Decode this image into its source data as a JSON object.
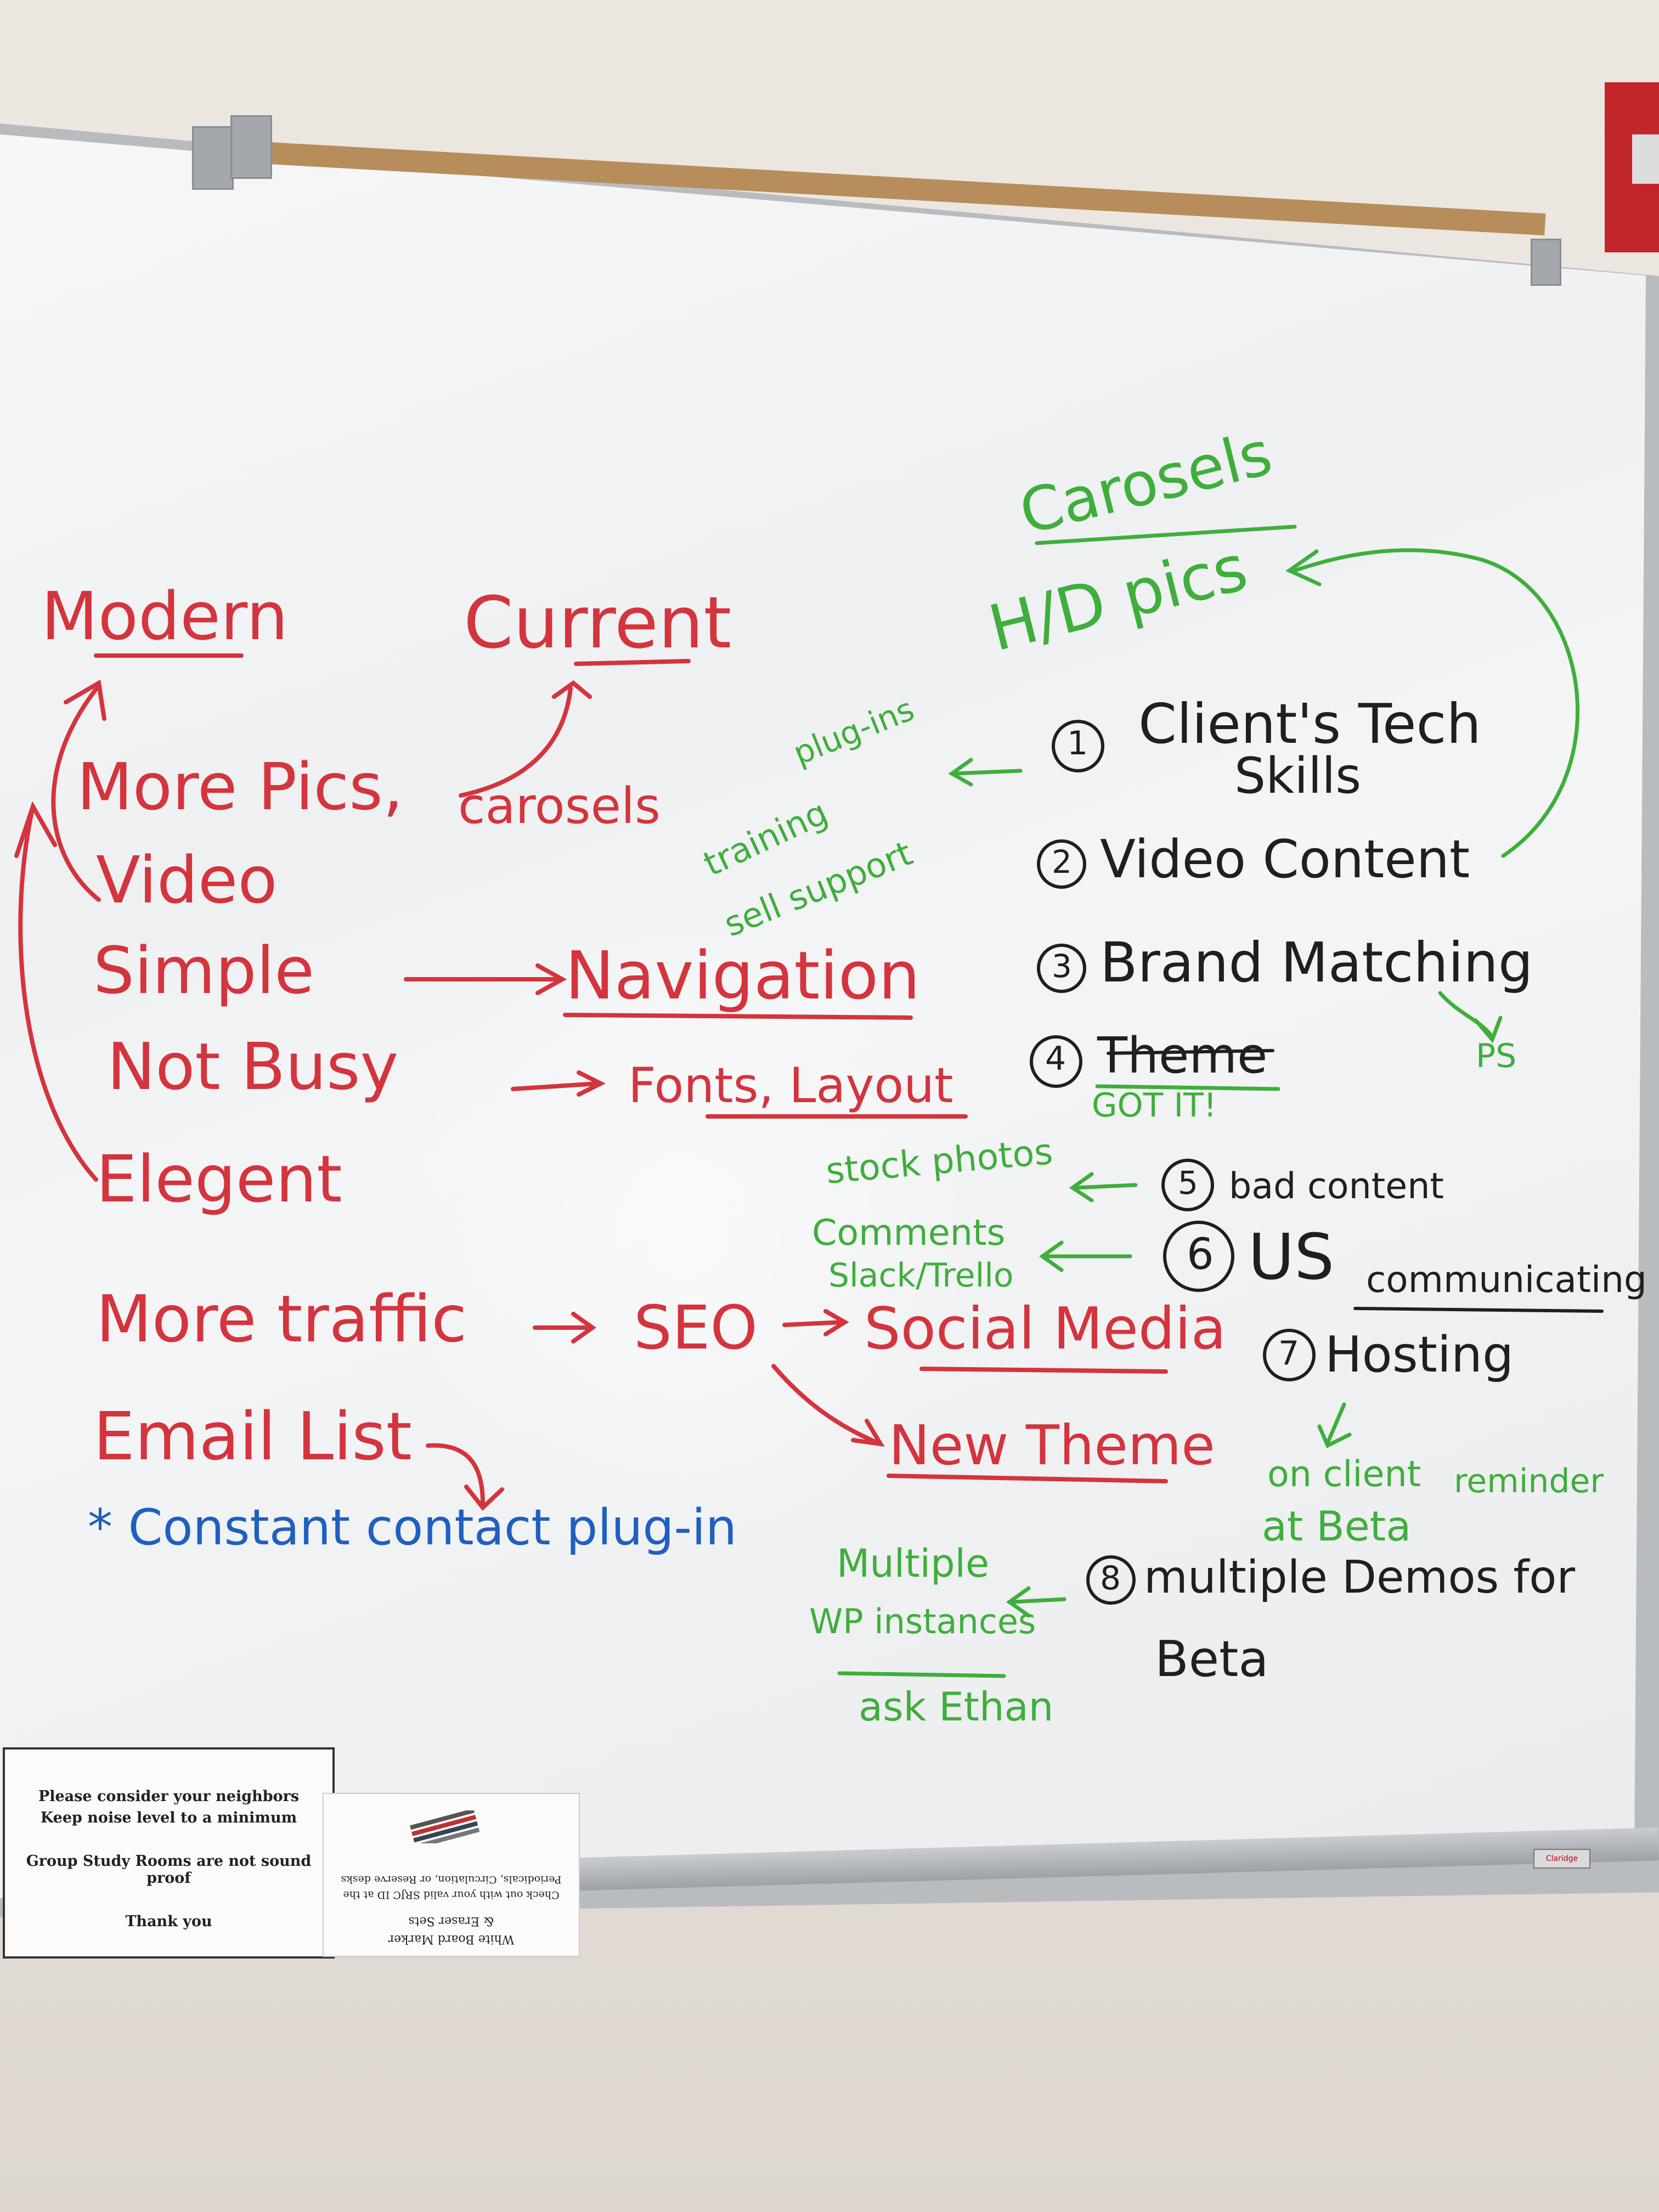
{
  "whiteboard": {
    "red_notes": {
      "modern": "Modern",
      "current": "Current",
      "more_pics": "More Pics,",
      "carosels": "carosels",
      "video": "Video",
      "simple": "Simple",
      "navigation": "Navigation",
      "not_busy": "Not Busy",
      "fonts_layout": "Fonts, Layout",
      "elegent": "Elegent",
      "more_traffic": "More traffic",
      "seo": "SEO",
      "social_media": "Social Media",
      "new_theme": "New Theme",
      "email_list": "Email List"
    },
    "blue_notes": {
      "constant_contact": "* Constant contact plug-in"
    },
    "black_items": [
      {
        "num": "1",
        "text": "Client's Tech",
        "text2": "Skills"
      },
      {
        "num": "2",
        "text": "Video Content"
      },
      {
        "num": "3",
        "text": "Brand Matching"
      },
      {
        "num": "4",
        "text": "Theme"
      },
      {
        "num": "5",
        "text": "bad content"
      },
      {
        "num": "6",
        "text": "US",
        "text2": "communicating"
      },
      {
        "num": "7",
        "text": "Hosting"
      },
      {
        "num": "8",
        "text": "multiple Demos for",
        "text2": "Beta"
      }
    ],
    "green_notes": {
      "carosels": "Carosels",
      "hd_pics": "H/D pics",
      "plug_ins": "plug-ins",
      "training": "training",
      "sell_support": "sell support",
      "ps": "PS",
      "got_it": "GOT IT!",
      "stock_photos": "stock photos",
      "comments": "Comments",
      "slack_trello": "Slack/Trello",
      "on_client": "on client",
      "reminder": "reminder",
      "at_beta": "at Beta",
      "multiple": "Multiple",
      "wp_instances": "WP instances",
      "ask_ethan": "ask Ethan"
    }
  },
  "signs": {
    "noise_sign": {
      "line1": "Please consider your neighbors",
      "line2": "Keep noise level to a minimum",
      "line3": "Group Study Rooms are not sound proof",
      "line4": "Thank you"
    },
    "marker_sign": {
      "line1": "White Board Marker",
      "line2": "& Eraser Sets",
      "line3": "Check out with your valid SRJC ID at the",
      "line4": "Periodicals, Circulation, or Reserve desks"
    }
  },
  "colors": {
    "red_marker": "#d4343d",
    "green_marker": "#3fae3c",
    "black_marker": "#1d1f22",
    "blue_marker": "#1f5fbf"
  }
}
